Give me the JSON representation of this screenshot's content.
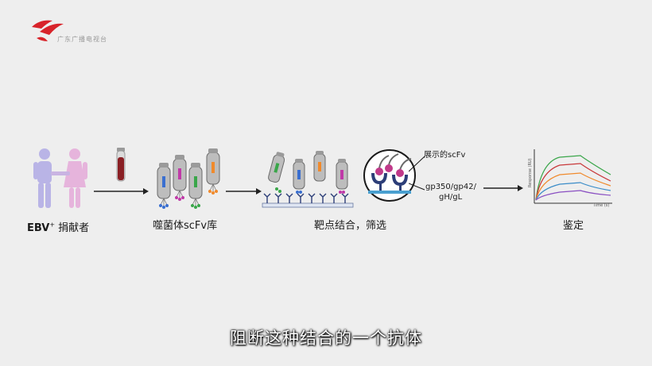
{
  "logo": {
    "text": "广东广播电视台"
  },
  "steps": {
    "donor": {
      "label_main": "EBV",
      "label_sup": "+",
      "label_rest": " 捐献者"
    },
    "library": {
      "label": "噬菌体scFv库"
    },
    "binding": {
      "label": "靶点结合，筛选"
    },
    "identify": {
      "label": "鉴定"
    }
  },
  "callouts": {
    "displayed": "展示的scFv",
    "targets_line1": "gp350/gp42/",
    "targets_line2": "gH/gL"
  },
  "chart": {
    "ylabel": "Response (RU)",
    "xlabel": "Time (s)",
    "series_colors": [
      "#3aa64a",
      "#c8383a",
      "#f08a2c",
      "#3a8cc8",
      "#8a4fc2"
    ]
  },
  "subtitle": "阻断这种结合的一个抗体"
}
